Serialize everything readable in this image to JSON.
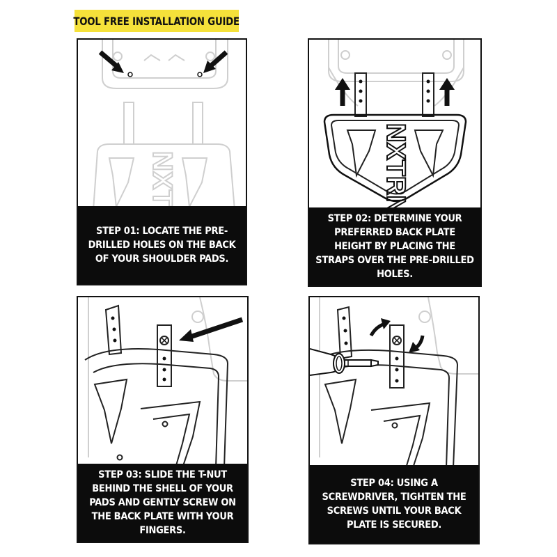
{
  "guide": {
    "title": "TOOL FREE INSTALLATION GUIDE"
  },
  "steps": [
    {
      "caption": "STEP 01: LOCATE THE PRE-DRILLED HOLES ON THE BACK OF YOUR SHOULDER PADS."
    },
    {
      "caption": "STEP 02: DETERMINE YOUR PREFERRED BACK PLATE HEIGHT BY PLACING THE STRAPS OVER THE PRE-DRILLED HOLES."
    },
    {
      "caption": "STEP 03: SLIDE THE T-NUT BEHIND THE SHELL OF YOUR PADS AND GENTLY SCREW ON THE BACK PLATE WITH YOUR FINGERS."
    },
    {
      "caption": "STEP 04: USING A SCREWDRIVER, TIGHTEN THE SCREWS UNTIL YOUR BACK PLATE IS SECURED."
    }
  ],
  "brand": {
    "logo_text": "NXTRND"
  },
  "colors": {
    "title_bg": "#f5e13a",
    "caption_bg": "#0c0c0c",
    "caption_text": "#ffffff",
    "line": "#111111",
    "faded_line": "#cfcfcf"
  }
}
